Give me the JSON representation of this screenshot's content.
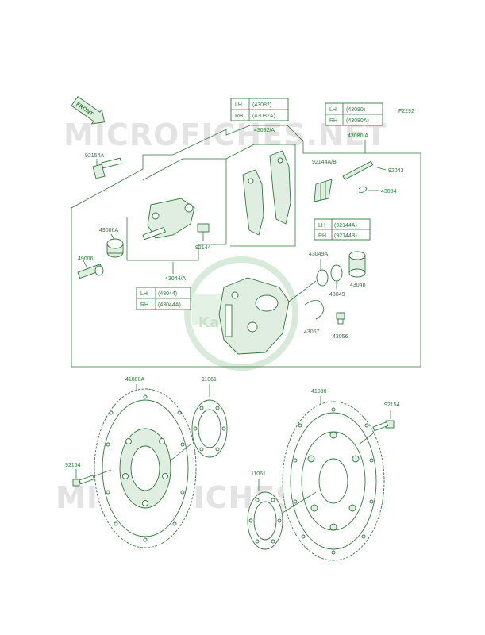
{
  "figure_code": "F2292",
  "front_tag": "FRONT",
  "watermark_text": "MICROFICHES.NET",
  "brand_logo": "Kawasaki",
  "colors": {
    "line": "#2f7a3a",
    "fill": "#dfeee0",
    "watermark": "#e3e3e3"
  },
  "labels": {
    "p92154a": "92154A",
    "p49006a": "49006A",
    "p49006": "49006",
    "p92144": "92144",
    "p43044": "43044/A",
    "p43082a": "43082/A",
    "p43080a": "43080/A",
    "p92144ab": "92144A/B",
    "p92043": "92043",
    "p43084": "43084",
    "p43049a": "43049A",
    "p43048": "43048",
    "p43049": "43049",
    "p43057": "43057",
    "p43056": "43056",
    "p41080a": "41080A",
    "p11061a": "11061",
    "p41080": "41080",
    "p92154b": "92154",
    "p92154c": "92154",
    "p11061b": "11061"
  },
  "tables": {
    "pads": [
      {
        "side": "LH",
        "part": "(43082)"
      },
      {
        "side": "RH",
        "part": "(43082A)"
      }
    ],
    "pad_set": [
      {
        "side": "LH",
        "part": "(43080)"
      },
      {
        "side": "RH",
        "part": "(43080A)"
      }
    ],
    "spring": [
      {
        "side": "LH",
        "part": "(92144A)"
      },
      {
        "side": "RH",
        "part": "(92144B)"
      }
    ],
    "caliper": [
      {
        "side": "LH",
        "part": "(43044)"
      },
      {
        "side": "RH",
        "part": "(43044A)"
      }
    ]
  }
}
